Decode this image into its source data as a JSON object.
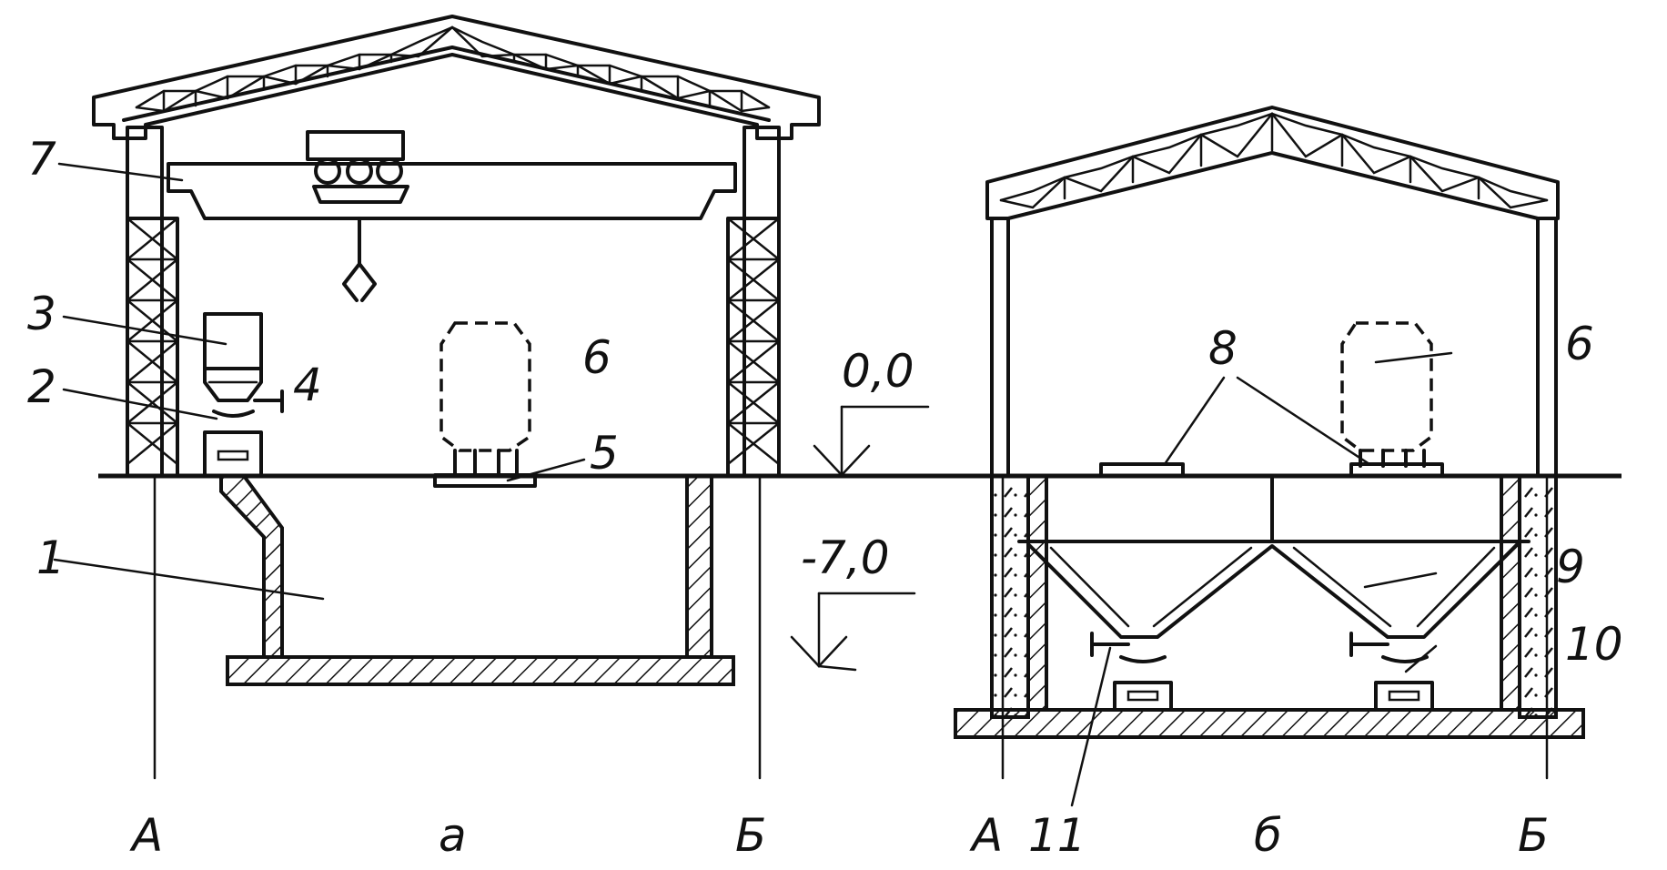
{
  "labels": {
    "n1": "1",
    "n2": "2",
    "n3": "3",
    "n4": "4",
    "n5": "5",
    "n6a": "6",
    "n6b": "6",
    "n7": "7",
    "n8": "8",
    "n9": "9",
    "n10": "10",
    "n11": "11"
  },
  "levels": {
    "top": "0,0",
    "bottom": "-7,0"
  },
  "axes": {
    "a_left": "А",
    "a_right": "Б",
    "b_left": "А",
    "b_right": "Б"
  },
  "captions": {
    "a": "а",
    "b": "б"
  }
}
